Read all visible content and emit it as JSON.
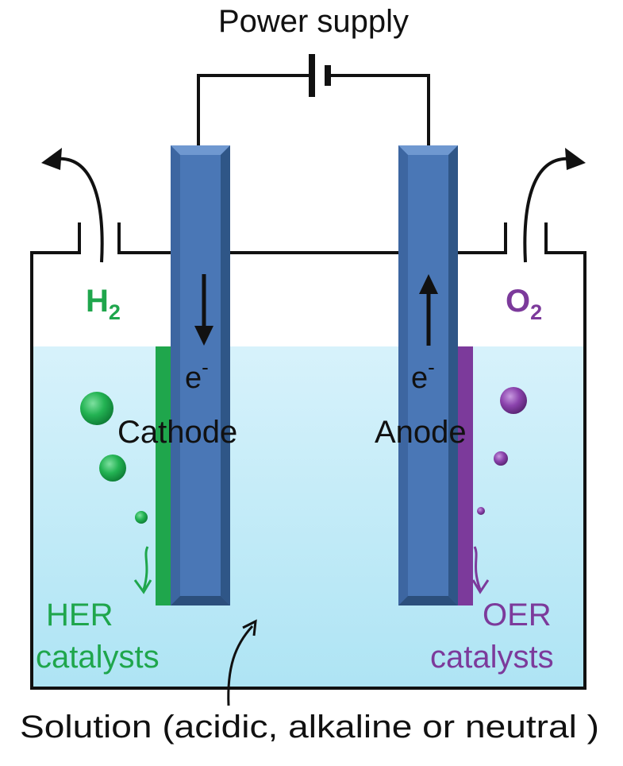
{
  "labels": {
    "power_supply": "Power supply",
    "h2_base": "H",
    "h2_sub": "2",
    "o2_base": "O",
    "o2_sub": "2",
    "electron_left": "e",
    "electron_right": "e",
    "electron_sup": "-",
    "cathode": "Cathode",
    "anode": "Anode",
    "her_line1": "HER",
    "her_line2": "catalysts",
    "oer_line1": "OER",
    "oer_line2": "catalysts",
    "solution": "Solution (acidic, alkaline or neutral )"
  },
  "colors": {
    "electrode": "#4a77b6",
    "her": "#1fa64c",
    "oer": "#7c3a9b",
    "solution": "#bfeaf7",
    "wire": "#111111"
  }
}
